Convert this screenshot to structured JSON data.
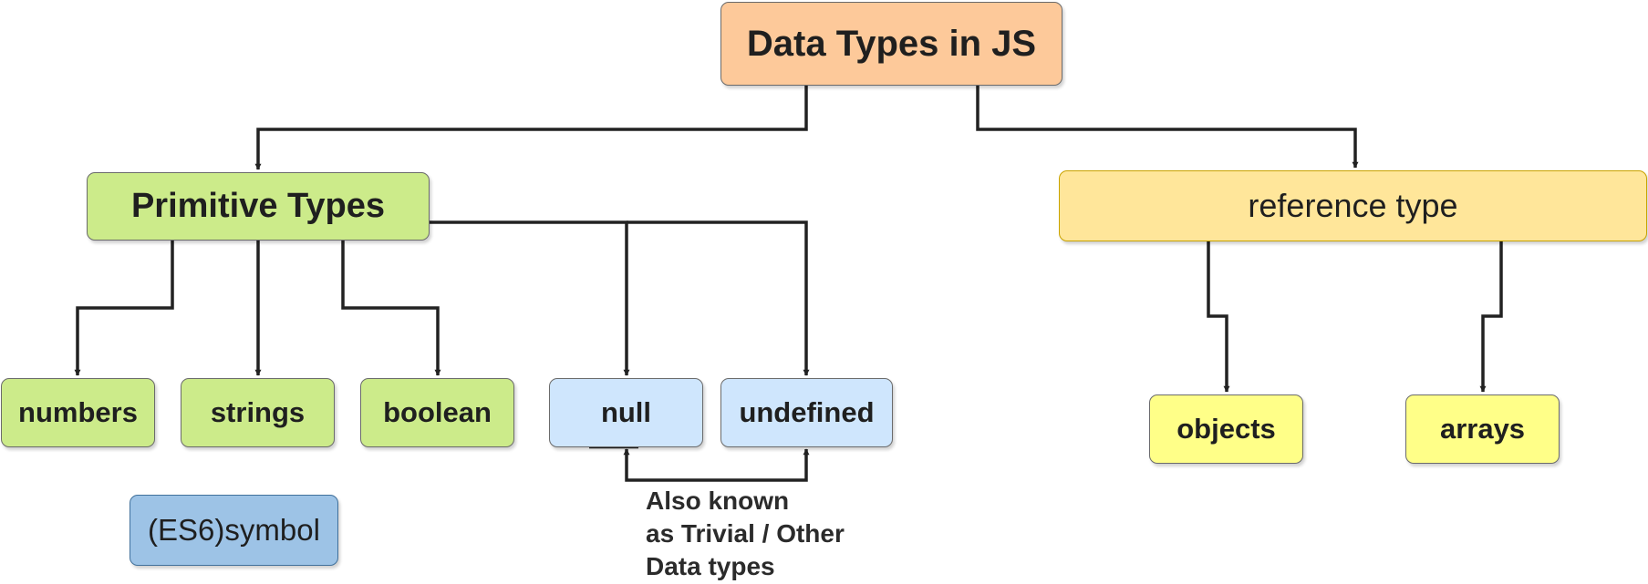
{
  "diagram": {
    "title": "Data Types in JS",
    "nodes": {
      "primitive": "Primitive Types",
      "reference": "reference type",
      "numbers": "numbers",
      "strings": "strings",
      "boolean": "boolean",
      "null": "null",
      "undefined": "undefined",
      "symbol": "(ES6)symbol",
      "objects": "objects",
      "arrays": "arrays"
    },
    "note_lines": [
      "Also known",
      "as Trivial / Other",
      "Data types"
    ],
    "colors": {
      "root": "#fdc99a",
      "primitive": "#cceb8a",
      "reference": "#ffe69a",
      "trivial": "#cfe6fd",
      "reference_children": "#ffff88",
      "symbol": "#9dc3e6",
      "connector": "#222222"
    }
  }
}
